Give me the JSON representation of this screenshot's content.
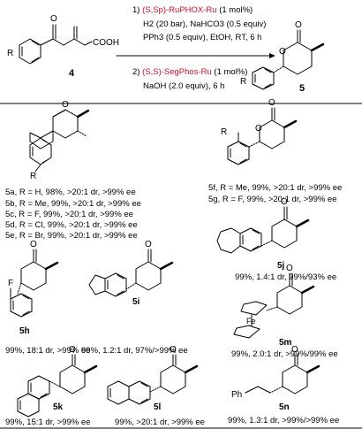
{
  "scheme": {
    "start_label": "4",
    "start_R": "R",
    "start_O": "O",
    "start_cooh": "COOH",
    "step1_num": "1) ",
    "step1_catalyst": "(S,Sp)-RuPHOX-Ru",
    "step1_loading": " (1 mol%)",
    "step1_line2": "H2 (20 bar), NaHCO3 (0.5 equiv)",
    "step1_line3": "PPh3 (0.5 equiv), EtOH, RT, 6 h",
    "step2_num": "2) ",
    "step2_catalyst": "(S,S)-SegPhos-Ru",
    "step2_loading": " (1 mol%)",
    "step2_line2": "NaOH (2.0 equiv),  6 h",
    "product_label": "5",
    "product_R": "R",
    "product_O1": "O",
    "product_O2": "O"
  },
  "products": {
    "para_R": "R",
    "p5a": "5a, R = H, 98%, >20:1 dr, >99% ee",
    "p5b": "5b, R = Me, 99%, >20:1 dr, >99% ee",
    "p5c": "5c, R = F, 99%, >20:1 dr, >99% ee",
    "p5d": "5d, R = Cl, 99%, >20:1 dr, >99% ee",
    "p5e": "5e, R = Br, 99%, >20:1 dr, >99% ee",
    "meta_R": "R",
    "p5f": "5f, R = Me, 99%, >20:1 dr, >99% ee",
    "p5g": "5g, R = F, 99%, >20:1 dr, >99% ee",
    "l5j": "5j",
    "r5j": "99%, 1.4:1 dr, 99%/93% ee",
    "F": "F",
    "l5h": "5h",
    "r5h": "99%, 18:1 dr, >99% ee",
    "l5i": "5i",
    "r5i": "99%, 1.2:1 dr, 97%/>99% ee",
    "Fe": "Fe",
    "l5m": "5m",
    "r5m": "99%, 2.0:1 dr, >99%/99% ee",
    "l5k": "5k",
    "r5k": "99%, 15:1 dr, >99% ee",
    "l5l": "5l",
    "r5l": "99%, >20:1 dr, >99% ee",
    "Ph": "Ph",
    "l5n": "5n",
    "r5n": "99%, 1.3:1 dr, >99%/>99% ee",
    "O": "O"
  }
}
